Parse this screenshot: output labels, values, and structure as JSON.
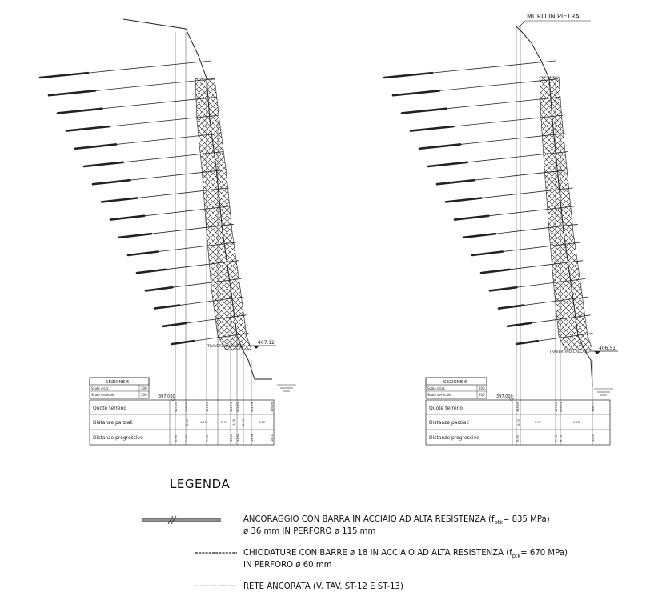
{
  "section5": {
    "title": "SEZIONE 5",
    "scale_h_label": "Scala orizz.",
    "scale_h_value": "200",
    "scale_v_label": "Scala verticale",
    "scale_v_value": "200",
    "datum": "397.000",
    "ground_level": "407.12",
    "substrate_label": "TRAVERTINO SABBIE",
    "row_labels": [
      "Quote terreno",
      "Distanze parziali",
      "Distanze progressive"
    ],
    "quote": [
      "417.25",
      "409.18",
      "407.25",
      "402.73",
      "402.05",
      "401.59",
      "398.59"
    ],
    "partial": [
      "2.60",
      "4.70",
      "2.74",
      "1.58",
      "2.16",
      "4.46"
    ],
    "progressive": [
      "0.00",
      "2.60",
      "7.30",
      "10.04",
      "11.62",
      "14.08",
      "18.37"
    ]
  },
  "section6": {
    "title": "SEZIONE 6",
    "scale_h_label": "Scala orizz.",
    "scale_h_value": "200",
    "scale_v_label": "Scala verticale",
    "scale_v_value": "200",
    "datum": "397.000",
    "ground_level": "406.51",
    "substrate_label": "TRAVERTINO CALCARE",
    "wall_label": "MURO IN PIETRA",
    "row_labels": [
      "Quote terreno",
      "Distanze parziali",
      "Distanze progressive"
    ],
    "quote": [
      "418.40",
      "407.16",
      "406.51",
      "398.77"
    ],
    "partial": [
      "0.55",
      "6.55",
      "0.78"
    ],
    "progressive": [
      "0.00",
      "7.10",
      "8.10",
      "15.33"
    ]
  },
  "legend": {
    "title": "LEGENDA",
    "items": [
      {
        "line1_a": "ANCORAGGIO CON BARRA IN ACCIAIO AD ALTA RESISTENZA (f",
        "line1_sub": "ptk",
        "line1_b": "= 835 MPa)",
        "line2": "ø 36 mm IN PERFORO ø 115 mm"
      },
      {
        "line1_a": "CHIODATURE CON BARRE ø 18 IN ACCIAIO AD ALTA RESISTENZA (f",
        "line1_sub": "ptk",
        "line1_b": "= 670 MPa)",
        "line2": "IN PERFORO ø 60 mm"
      },
      {
        "line1_a": "RETE ANCORATA (V. TAV. ST-12 E ST-13)"
      }
    ]
  }
}
